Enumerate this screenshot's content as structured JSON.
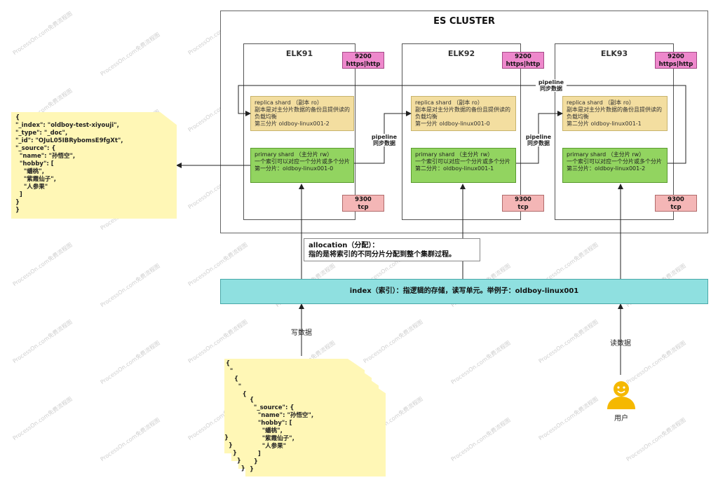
{
  "cluster": {
    "title": "ES CLUSTER"
  },
  "nodes": [
    {
      "title": "ELK91",
      "http_port": "9200",
      "http_proto": "https|http",
      "tcp_port": "9300",
      "tcp_proto": "tcp",
      "replica": {
        "line1": "replica shard （副本 ro）",
        "line2": "副本是对主分片数据的备份且提供读的负载均衡",
        "line3": "第三分片 oldboy-linux001-2"
      },
      "primary": {
        "line1": "primary shard （主分片 rw）",
        "line2": "一个索引可以对应一个分片或多个分片",
        "line3": "第一分片：oldboy-linux001-0"
      }
    },
    {
      "title": "ELK92",
      "http_port": "9200",
      "http_proto": "https|http",
      "tcp_port": "9300",
      "tcp_proto": "tcp",
      "replica": {
        "line1": "replica shard （副本 ro）",
        "line2": "副本是对主分片数据的备份且提供读的负载均衡",
        "line3": "第一分片 oldboy-linux001-0"
      },
      "primary": {
        "line1": "primary shard （主分片 rw）",
        "line2": "一个索引可以对应一个分片或多个分片",
        "line3": "第二分片：oldboy-linux001-1"
      }
    },
    {
      "title": "ELK93",
      "http_port": "9200",
      "http_proto": "https|http",
      "tcp_port": "9300",
      "tcp_proto": "tcp",
      "replica": {
        "line1": "replica shard （副本 ro）",
        "line2": "副本是对主分片数据的备份且提供读的负载均衡",
        "line3": "第二分片 oldboy-linux001-1"
      },
      "primary": {
        "line1": "primary shard （主分片 rw）",
        "line2": "一个索引可以对应一个分片或多个分片",
        "line3": "第三分片：oldboy-linux001-2"
      }
    }
  ],
  "pipelines": [
    {
      "line1": "pipeline",
      "line2": "同步数据"
    },
    {
      "line1": "pipeline",
      "line2": "同步数据"
    },
    {
      "line1": "pipeline",
      "line2": "同步数据"
    }
  ],
  "allocation": {
    "line1": "allocation（分配）：",
    "line2": "指的是将索引的不同分片分配到整个集群过程。"
  },
  "index_bar": "index（索引）：指逻辑的存储，读写单元。举例子：oldboy-linux001",
  "write_label": "写数据",
  "read_label": "读数据",
  "user_label": "用户",
  "result_doc": "{\n\"_index\": \"oldboy-test-xiyouji\",\n\"_type\": \"_doc\",\n\"_id\": \"OJuL05IBRybomsE9fgXt\",\n\"_source\": {\n  \"name\": \"孙悟空\",\n  \"hobby\": [\n    \"蟠桃\",\n    \"紫霞仙子\",\n    \"人参果\"\n  ]\n}\n}",
  "write_doc": "{\n  \"_source\": {\n    \"name\": \"孙悟空\",\n    \"hobby\": [\n      \"蟠桃\",\n      \"紫霞仙子\",\n      \"人参果\"\n    ]\n  }\n}",
  "stack_open": "{\n  \"\n    {\n      \"\n        {",
  "stack_close": "}\n  }\n    }\n      }\n        }",
  "watermark": "ProcessOn.com免费流程图",
  "colors": {
    "index": "#8fe0e0",
    "primary": "#92d460",
    "replica": "#f3dea0",
    "http": "#ee88cc",
    "tcp": "#f4b6b6",
    "note": "#fff7b6",
    "user": "#f5b800"
  }
}
